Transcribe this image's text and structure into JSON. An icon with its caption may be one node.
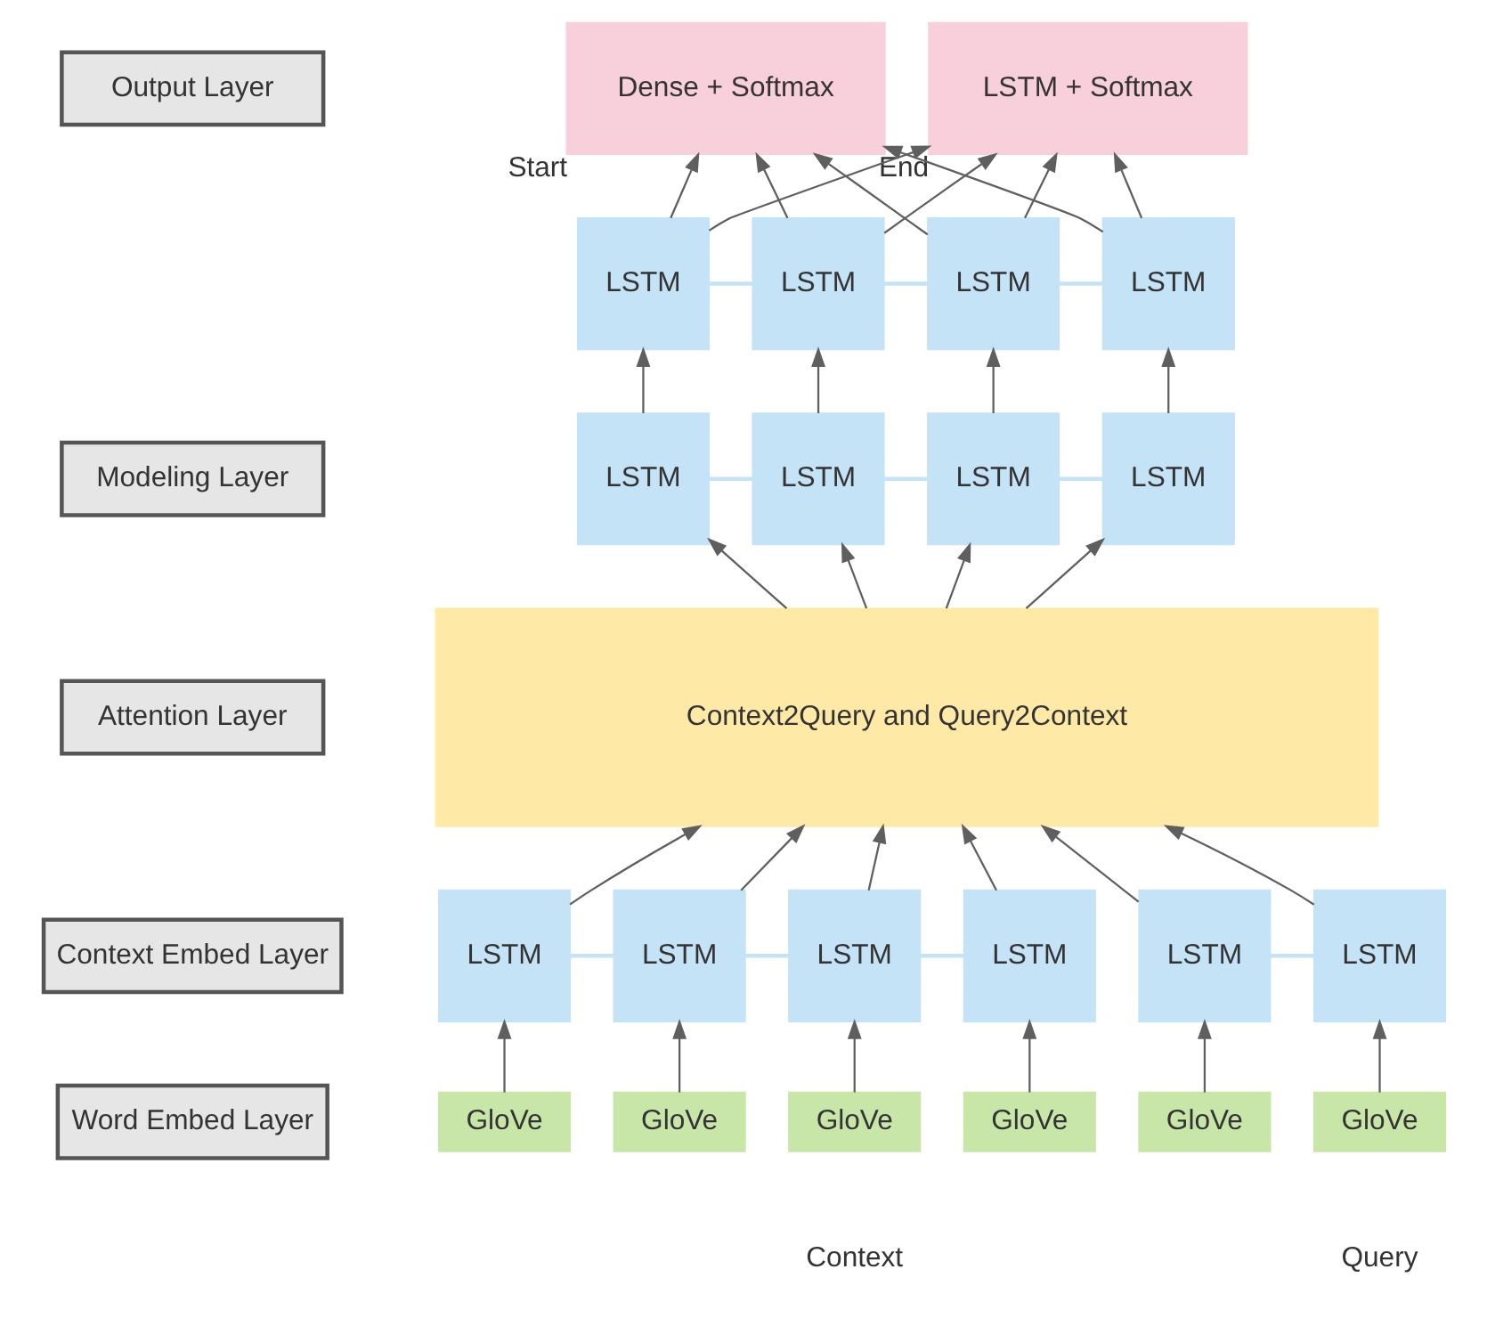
{
  "diagram": {
    "nodes": [
      {
        "text": [
          "Output Layer"
        ]
      },
      {
        "text": [
          "Modeling Layer"
        ]
      },
      {
        "text": [
          "Attention Layer"
        ]
      },
      {
        "text": [
          "Context Embed Layer"
        ]
      },
      {
        "text": [
          "Word Embed Layer"
        ]
      },
      {
        "text": [
          "Dense + Softmax"
        ],
        "beside": [
          "Start"
        ]
      },
      {
        "text": [
          "LSTM + Softmax"
        ],
        "beside": [
          "End"
        ]
      },
      {
        "text": [
          "LSTM"
        ]
      },
      {
        "text": [
          "LSTM"
        ]
      },
      {
        "text": [
          "LSTM"
        ]
      },
      {
        "text": [
          "LSTM"
        ]
      },
      {
        "text": [
          "LSTM"
        ]
      },
      {
        "text": [
          "LSTM"
        ]
      },
      {
        "text": [
          "LSTM"
        ]
      },
      {
        "text": [
          "LSTM"
        ]
      },
      {
        "text": [
          "Context2Query and Query2Context"
        ]
      },
      {
        "text": [
          "LSTM"
        ]
      },
      {
        "text": [
          "LSTM"
        ]
      },
      {
        "text": [
          "LSTM"
        ]
      },
      {
        "text": [
          "LSTM"
        ]
      },
      {
        "text": [
          "LSTM"
        ]
      },
      {
        "text": [
          "LSTM"
        ]
      },
      {
        "text": [
          "GloVe"
        ]
      },
      {
        "text": [
          "GloVe"
        ]
      },
      {
        "text": [
          "GloVe"
        ]
      },
      {
        "text": [
          "GloVe"
        ]
      },
      {
        "text": [
          "GloVe"
        ]
      },
      {
        "text": [
          "GloVe"
        ]
      }
    ],
    "edges": [
      {
        "from": 22,
        "to": 16,
        "arrow": "to"
      },
      {
        "from": 23,
        "to": 17,
        "arrow": "to"
      },
      {
        "from": 24,
        "to": 18,
        "arrow": "to"
      },
      {
        "from": 25,
        "to": 19,
        "arrow": "to"
      },
      {
        "from": 26,
        "to": 20,
        "arrow": "to"
      },
      {
        "from": 27,
        "to": 21,
        "arrow": "to"
      },
      {
        "from": 16,
        "to": 17,
        "arrow": "none",
        "color": "#c5e3f6"
      },
      {
        "from": 17,
        "to": 18,
        "arrow": "none",
        "color": "#c5e3f6"
      },
      {
        "from": 18,
        "to": 19,
        "arrow": "none",
        "color": "#c5e3f6"
      },
      {
        "from": 20,
        "to": 21,
        "arrow": "none",
        "color": "#c5e3f6"
      },
      {
        "from": 16,
        "to": 15,
        "arrow": "to"
      },
      {
        "from": 17,
        "to": 15,
        "arrow": "to"
      },
      {
        "from": 18,
        "to": 15,
        "arrow": "to"
      },
      {
        "from": 19,
        "to": 15,
        "arrow": "to"
      },
      {
        "from": 20,
        "to": 15,
        "arrow": "to"
      },
      {
        "from": 21,
        "to": 15,
        "arrow": "to"
      },
      {
        "from": 15,
        "to": 11,
        "arrow": "to"
      },
      {
        "from": 15,
        "to": 12,
        "arrow": "to"
      },
      {
        "from": 15,
        "to": 13,
        "arrow": "to"
      },
      {
        "from": 15,
        "to": 14,
        "arrow": "to"
      },
      {
        "from": 11,
        "to": 12,
        "arrow": "none",
        "color": "#c5e3f6"
      },
      {
        "from": 12,
        "to": 13,
        "arrow": "none",
        "color": "#c5e3f6"
      },
      {
        "from": 13,
        "to": 14,
        "arrow": "none",
        "color": "#c5e3f6"
      },
      {
        "from": 11,
        "to": 7,
        "arrow": "to"
      },
      {
        "from": 12,
        "to": 8,
        "arrow": "to"
      },
      {
        "from": 13,
        "to": 9,
        "arrow": "to"
      },
      {
        "from": 14,
        "to": 10,
        "arrow": "to"
      },
      {
        "from": 7,
        "to": 8,
        "arrow": "none",
        "color": "#c5e3f6"
      },
      {
        "from": 8,
        "to": 9,
        "arrow": "none",
        "color": "#c5e3f6"
      },
      {
        "from": 9,
        "to": 10,
        "arrow": "none",
        "color": "#c5e3f6"
      },
      {
        "from": 7,
        "to": 5,
        "arrow": "to"
      },
      {
        "from": 8,
        "to": 5,
        "arrow": "to"
      },
      {
        "from": 9,
        "to": 5,
        "arrow": "to"
      },
      {
        "from": 10,
        "to": 5,
        "arrow": "to"
      },
      {
        "from": 7,
        "to": 6,
        "arrow": "to"
      },
      {
        "from": 8,
        "to": 6,
        "arrow": "to"
      },
      {
        "from": 9,
        "to": 6,
        "arrow": "to"
      },
      {
        "from": 10,
        "to": 6,
        "arrow": "to"
      }
    ],
    "labels": [
      "Context",
      "Query"
    ]
  }
}
